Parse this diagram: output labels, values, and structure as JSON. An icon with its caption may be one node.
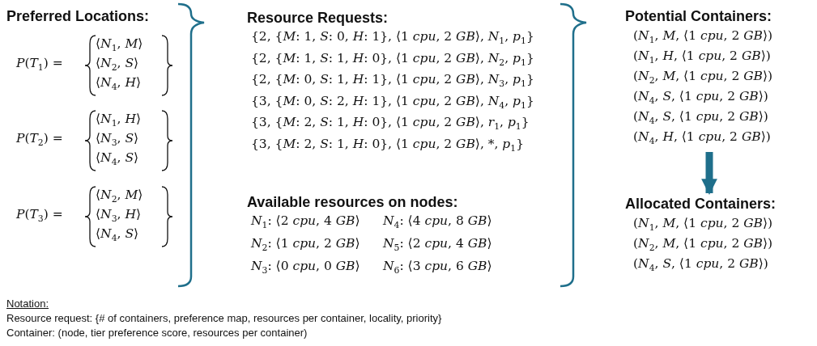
{
  "diagram": {
    "nodes": [
      {
        "text": [
          "Potential Containers:",
          "(*N*$_{1}$, *M*, ⟨1 *cpu*, 2 *GB*⟩)",
          "(*N*$_{1}$, *H*, ⟨1 *cpu*, 2 *GB*⟩)",
          "(*N*$_{2}$, *M*, ⟨1 *cpu*, 2 *GB*⟩)",
          "(*N*$_{4}$, *S*, ⟨1 *cpu*, 2 *GB*⟩)",
          "(*N*$_{4}$, *S*, ⟨1 *cpu*, 2 *GB*⟩)",
          "(*N*$_{4}$, *H*, ⟨1 *cpu*, 2 *GB*⟩)"
        ]
      },
      {
        "text": [
          "Allocated Containers:",
          "(*N*$_{1}$, *M*, ⟨1 *cpu*, 2 *GB*⟩)",
          "(*N*$_{2}$, *M*, ⟨1 *cpu*, 2 *GB*⟩)",
          "(*N*$_{4}$, *S*, ⟨1 *cpu*, 2 *GB*⟩)"
        ]
      }
    ],
    "edges": [
      {
        "from": 0,
        "to": 1,
        "arrow": "to",
        "color": "#1f6f8b"
      }
    ],
    "labels": [
      "Preferred Locations:",
      "*P*(*T*$_{1}$) =",
      "⟨*N*$_{1}$, *M*⟩",
      "⟨*N*$_{2}$, *S*⟩",
      "⟨*N*$_{4}$, *H*⟩",
      "*P*(*T*$_{2}$) =",
      "⟨*N*$_{1}$, *H*⟩",
      "⟨*N*$_{3}$, *S*⟩",
      "⟨*N*$_{4}$, *S*⟩",
      "*P*(*T*$_{3}$) =",
      "⟨*N*$_{2}$, *M*⟩",
      "⟨*N*$_{3}$, *H*⟩",
      "⟨*N*$_{4}$, *S*⟩",
      "Resource Requests:",
      "{2, {*M*: 1, *S*: 0, *H*: 1}, ⟨1 *cpu*, 2 *GB*⟩, *N*$_{1}$, *p*$_{1}$}",
      "{2, {*M*: 1, *S*: 1, *H*: 0}, ⟨1 *cpu*, 2 *GB*⟩, *N*$_{2}$, *p*$_{1}$}",
      "{2, {*M*: 0, *S*: 1, *H*: 1}, ⟨1 *cpu*, 2 *GB*⟩, *N*$_{3}$, *p*$_{1}$}",
      "{3, {*M*: 0, *S*: 2, *H*: 1}, ⟨1 *cpu*, 2 *GB*⟩, *N*$_{4}$, *p*$_{1}$}",
      "{3, {*M*: 2, *S*: 1, *H*: 0}, ⟨1 *cpu*, 2 *GB*⟩, *r*$_{1}$, *p*$_{1}$}",
      "{3, {*M*: 2, *S*: 1, *H*: 0}, ⟨1 *cpu*, 2 *GB*⟩, *, *p*$_{1}$}",
      "Available resources on nodes:",
      "*N*$_{1}$: ⟨2 *cpu*, 4 *GB*⟩",
      "*N*$_{4}$: ⟨4 *cpu*, 8 *GB*⟩",
      "*N*$_{2}$: ⟨1 *cpu*, 2 *GB*⟩",
      "*N*$_{5}$: ⟨2 *cpu*, 4 *GB*⟩",
      "*N*$_{3}$: ⟨0 *cpu*, 0 *GB*⟩",
      "*N*$_{6}$: ⟨3 *cpu*, 6 *GB*⟩",
      "Notation:",
      "Resource request: {# of containers, preference map, resources per container, locality, priority}",
      "Container: (node, tier preference score, resources per container)"
    ]
  }
}
